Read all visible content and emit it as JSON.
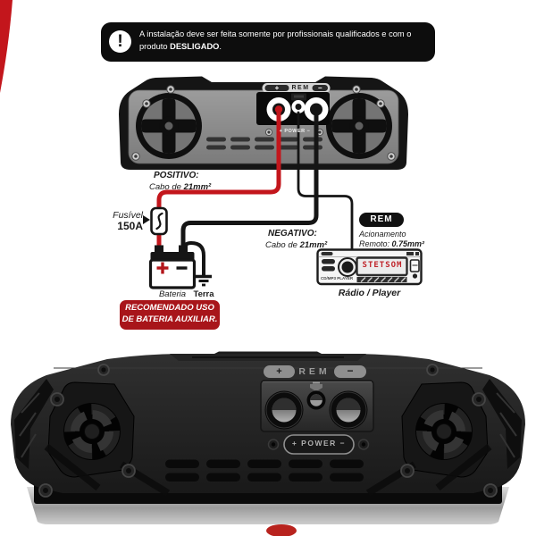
{
  "colors": {
    "accent_red": "#c3161c",
    "banner_red": "#a8151a",
    "warning_bg": "#0d0d0d"
  },
  "warning": {
    "text": "A instalação deve ser feita somente por profissionais qualificados e com o produto ",
    "bold": "DESLIGADO",
    "suffix": "."
  },
  "diagram": {
    "amp_labels": {
      "plus": "+",
      "rem": "REM",
      "minus": "−",
      "power": "+ POWER −"
    },
    "positivo": {
      "title": "POSITIVO:",
      "cable": "Cabo de ",
      "gauge": "21mm²"
    },
    "negativo": {
      "title": "NEGATIVO:",
      "cable": "Cabo de ",
      "gauge": "21mm²"
    },
    "fuse": {
      "name": "Fusível",
      "rating": "150A"
    },
    "battery": {
      "label": "Bateria",
      "ground": "Terra"
    },
    "rem": {
      "badge": "REM",
      "line1": "Acionamento",
      "line2": "Remoto: ",
      "gauge": "0.75mm²"
    },
    "radio": {
      "display": "STETSOM",
      "caption": "Rádio / Player",
      "player_label": "CD/MP3 PLAYER"
    },
    "recommendation": {
      "line1": "RECOMENDADO USO",
      "line2": "DE BATERIA AUXILIAR."
    }
  },
  "product": {
    "plus": "+",
    "rem": "REM",
    "minus": "−",
    "power": "+ POWER −"
  }
}
